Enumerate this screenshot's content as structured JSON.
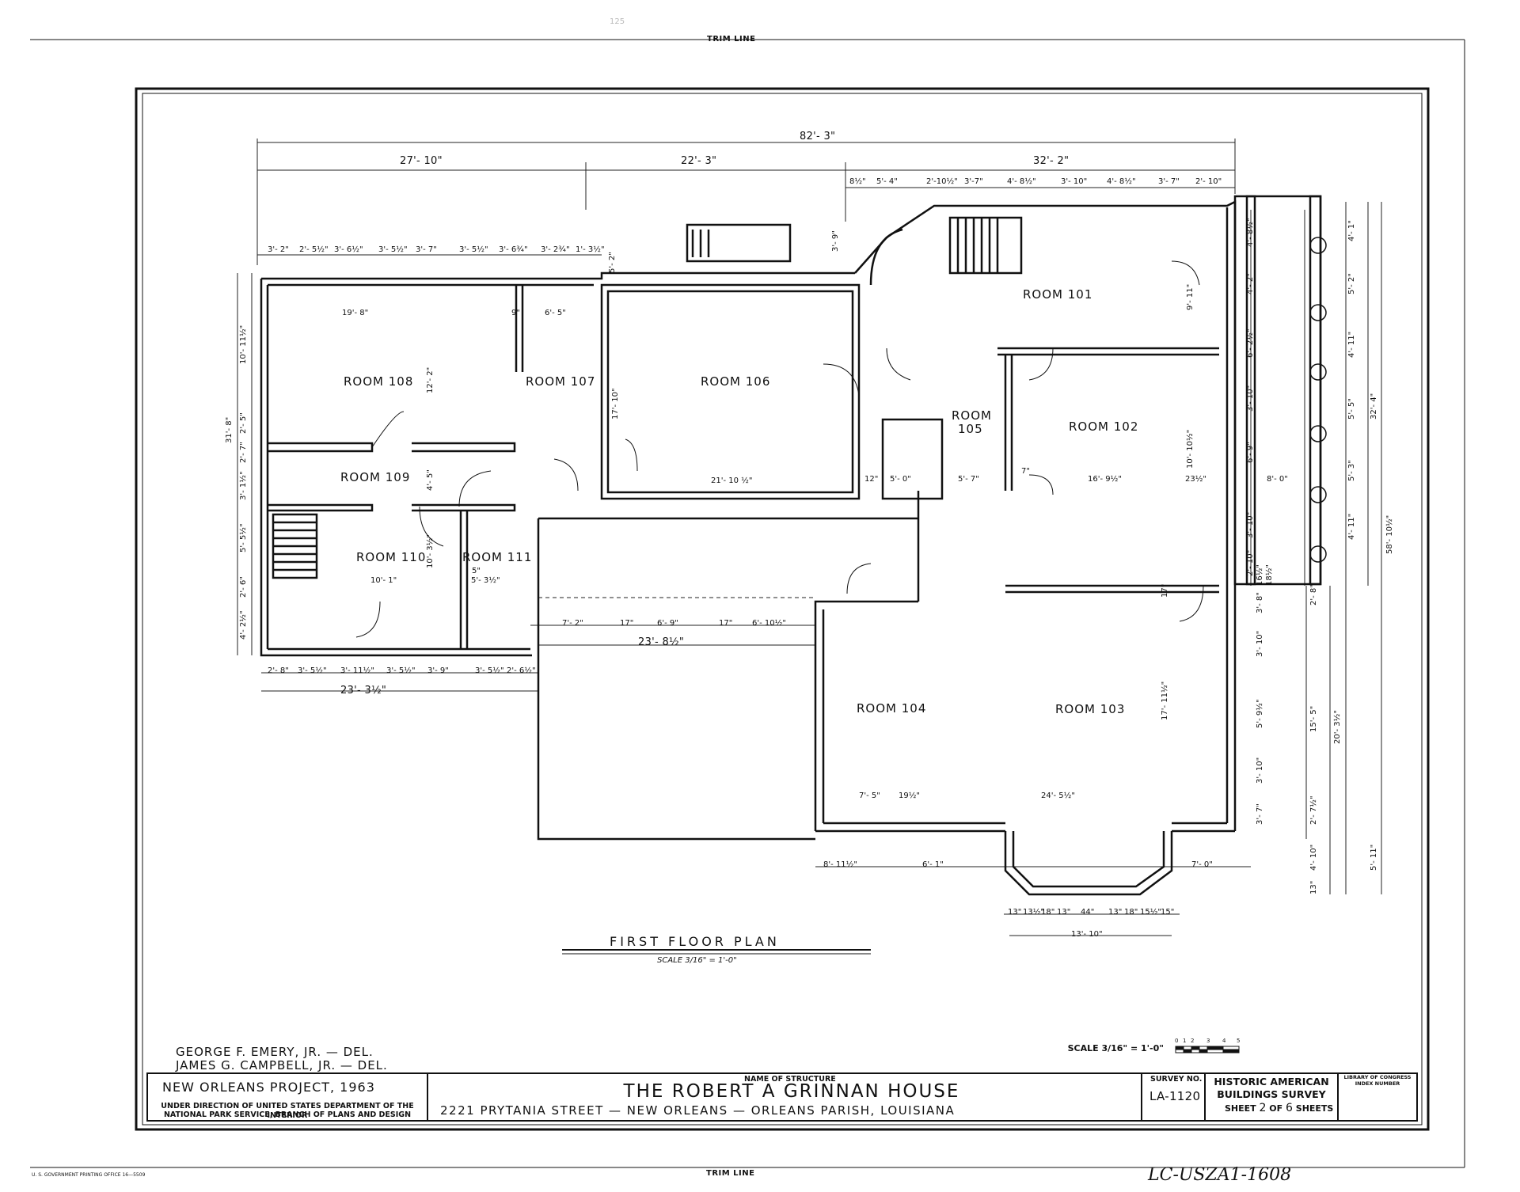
{
  "trim_line_top": "TRIM LINE",
  "trim_line_bottom": "TRIM LINE",
  "pencil_mark": "125",
  "printing_office": "U. S. GOVERNMENT PRINTING OFFICE   16—5509",
  "catalog_number": "LC-USZA1-1608",
  "rooms": [
    {
      "id": "101",
      "label": "ROOM 101"
    },
    {
      "id": "102",
      "label": "ROOM 102"
    },
    {
      "id": "103",
      "label": "ROOM 103"
    },
    {
      "id": "104",
      "label": "ROOM 104"
    },
    {
      "id": "105a",
      "label": "ROOM"
    },
    {
      "id": "105b",
      "label": "105"
    },
    {
      "id": "106",
      "label": "ROOM 106"
    },
    {
      "id": "107",
      "label": "ROOM 107"
    },
    {
      "id": "108",
      "label": "ROOM 108"
    },
    {
      "id": "109",
      "label": "ROOM 109"
    },
    {
      "id": "110",
      "label": "ROOM 110"
    },
    {
      "id": "111",
      "label": "ROOM 111"
    }
  ],
  "dims_overall": {
    "total": "82'- 3\"",
    "left": "27'- 10\"",
    "mid": "22'- 3\"",
    "right": "32'- 2\""
  },
  "dims_top_right": [
    "8½\"",
    "5'- 4\"",
    "2'-10½\"",
    "3'-7\"",
    "4'- 8½\"",
    "3'- 10\"",
    "4'- 8½\"",
    "3'- 7\"",
    "2'- 10\""
  ],
  "dims_top_left": [
    "3'- 2\"",
    "2'- 5½\"",
    "3'- 6½\"",
    "3'- 5½\"",
    "3'- 7\"",
    "3'- 5½\"",
    "3'- 6¾\"",
    "3'- 2¾\"",
    "1'- 3½\""
  ],
  "dims_interior": [
    {
      "k": "d1",
      "t": "19'- 8\""
    },
    {
      "k": "d2",
      "t": "6'- 5\""
    },
    {
      "k": "d3",
      "t": "9\""
    },
    {
      "k": "d4",
      "t": "21'- 10 ½\""
    },
    {
      "k": "d5",
      "t": "12\""
    },
    {
      "k": "d6",
      "t": "5'- 0\""
    },
    {
      "k": "d7",
      "t": "5'- 7\""
    },
    {
      "k": "d8",
      "t": "7\""
    },
    {
      "k": "d9",
      "t": "16'- 9½\""
    },
    {
      "k": "d10",
      "t": "23½\""
    },
    {
      "k": "d11",
      "t": "8'- 0\""
    },
    {
      "k": "d12",
      "t": "10'- 1\""
    },
    {
      "k": "d13",
      "t": "5'- 3½\""
    },
    {
      "k": "d14",
      "t": "5\""
    },
    {
      "k": "d15",
      "t": "7'- 2\""
    },
    {
      "k": "d16",
      "t": "17\""
    },
    {
      "k": "d17",
      "t": "6'- 9\""
    },
    {
      "k": "d18",
      "t": "17\""
    },
    {
      "k": "d19",
      "t": "6'- 10½\""
    },
    {
      "k": "d20",
      "t": "23'- 8½\""
    },
    {
      "k": "d21",
      "t": "7'- 5\""
    },
    {
      "k": "d22",
      "t": "19½\""
    },
    {
      "k": "d23",
      "t": "24'- 5½\""
    },
    {
      "k": "d24",
      "t": "8'- 11½\""
    },
    {
      "k": "d25",
      "t": "6'- 1\""
    },
    {
      "k": "d26",
      "t": "7'- 0\""
    },
    {
      "k": "d27",
      "t": "13'- 10\""
    },
    {
      "k": "d28",
      "t": "2'- 8\""
    },
    {
      "k": "d29",
      "t": "3'- 5½\""
    },
    {
      "k": "d30",
      "t": "3'- 11½\""
    },
    {
      "k": "d31",
      "t": "3'- 5½\""
    },
    {
      "k": "d32",
      "t": "3'- 9\""
    },
    {
      "k": "d33",
      "t": "3'- 5½\""
    },
    {
      "k": "d34",
      "t": "2'- 6½\""
    },
    {
      "k": "d35",
      "t": "23'- 3½\""
    },
    {
      "k": "d36",
      "t": "13\""
    },
    {
      "k": "d37",
      "t": "13½\""
    },
    {
      "k": "d38",
      "t": "18\""
    },
    {
      "k": "d39",
      "t": "13\""
    },
    {
      "k": "d40",
      "t": "44\""
    },
    {
      "k": "d41",
      "t": "13\""
    },
    {
      "k": "d42",
      "t": "18\""
    },
    {
      "k": "d43",
      "t": "15½\""
    },
    {
      "k": "d44",
      "t": "15\""
    }
  ],
  "dims_vertical": [
    {
      "k": "v1",
      "t": "31'- 8\""
    },
    {
      "k": "v2",
      "t": "10'- 11½\""
    },
    {
      "k": "v3",
      "t": "2'- 5\""
    },
    {
      "k": "v4",
      "t": "2'- 7\""
    },
    {
      "k": "v5",
      "t": "3'- 1½\""
    },
    {
      "k": "v6",
      "t": "5'- 5½\""
    },
    {
      "k": "v7",
      "t": "2'- 6\""
    },
    {
      "k": "v8",
      "t": "4'- 2½\""
    },
    {
      "k": "v9",
      "t": "12'- 2\""
    },
    {
      "k": "v10",
      "t": "4'- 5\""
    },
    {
      "k": "v11",
      "t": "10'- 3½\""
    },
    {
      "k": "v12",
      "t": "17'- 10\""
    },
    {
      "k": "v13",
      "t": "5'- 2\""
    },
    {
      "k": "v14",
      "t": "3'- 9\""
    },
    {
      "k": "v15",
      "t": "9'- 11\""
    },
    {
      "k": "v16",
      "t": "10'- 10½\""
    },
    {
      "k": "v17",
      "t": "17'- 11½\""
    },
    {
      "k": "v18",
      "t": "4'- 8½\""
    },
    {
      "k": "v19",
      "t": "4'- 2\""
    },
    {
      "k": "v20",
      "t": "6'- 2½\""
    },
    {
      "k": "v21",
      "t": "3'- 10\""
    },
    {
      "k": "v22",
      "t": "6'- 9\""
    },
    {
      "k": "v23",
      "t": "3'- 10\""
    },
    {
      "k": "v24",
      "t": "2'- 10\""
    },
    {
      "k": "v25",
      "t": "4'- 1\""
    },
    {
      "k": "v26",
      "t": "5'- 2\""
    },
    {
      "k": "v27",
      "t": "4'- 11\""
    },
    {
      "k": "v28",
      "t": "5'- 5\""
    },
    {
      "k": "v29",
      "t": "5'- 3\""
    },
    {
      "k": "v30",
      "t": "4'- 11\""
    },
    {
      "k": "v31",
      "t": "32'- 4\""
    },
    {
      "k": "v32",
      "t": "58'- 10½\""
    },
    {
      "k": "v33",
      "t": "3'- 8\""
    },
    {
      "k": "v34",
      "t": "2'- 8\""
    },
    {
      "k": "v35",
      "t": "3'- 10\""
    },
    {
      "k": "v36",
      "t": "5'- 9½\""
    },
    {
      "k": "v37",
      "t": "3'- 10\""
    },
    {
      "k": "v38",
      "t": "3'- 7\""
    },
    {
      "k": "v39",
      "t": "2'- 7½\""
    },
    {
      "k": "v40",
      "t": "15'- 5\""
    },
    {
      "k": "v41",
      "t": "20'- 3½\""
    },
    {
      "k": "v42",
      "t": "4'- 10\""
    },
    {
      "k": "v43",
      "t": "5'- 11\""
    },
    {
      "k": "v44",
      "t": "13\""
    },
    {
      "k": "v45",
      "t": "16½\""
    },
    {
      "k": "v46",
      "t": "18½\""
    },
    {
      "k": "v47",
      "t": "17\""
    }
  ],
  "plan_title": "FIRST  FLOOR  PLAN",
  "plan_scale": "SCALE  3/16\" = 1'-0\"",
  "delineators": [
    "GEORGE  F. EMERY, JR. — DEL.",
    "JAMES  G. CAMPBELL, JR. — DEL."
  ],
  "scale_bar": {
    "label": "SCALE  3/16\" = 1'-0\"",
    "ticks": [
      "0",
      "1",
      "2",
      "3",
      "4",
      "5"
    ]
  },
  "title_block": {
    "project": "NEW ORLEANS  PROJECT, 1963",
    "direction_1": "UNDER DIRECTION OF UNITED STATES DEPARTMENT OF THE INTERIOR",
    "direction_2": "NATIONAL PARK SERVICE, BRANCH OF PLANS AND DESIGN",
    "name_label": "NAME OF STRUCTURE",
    "name": "THE  ROBERT  A  GRINNAN  HOUSE",
    "address": "2221  PRYTANIA  STREET — NEW  ORLEANS — ORLEANS  PARISH,  LOUISIANA",
    "survey_label": "SURVEY NO.",
    "survey_no": "LA-1120",
    "habs_1": "HISTORIC AMERICAN",
    "habs_2": "BUILDINGS SURVEY",
    "sheet_word": "SHEET",
    "sheet_no": "2",
    "sheet_of": "OF",
    "sheet_total": "6",
    "sheet_suffix": "SHEETS",
    "loc_1": "LIBRARY OF CONGRESS",
    "loc_2": "INDEX NUMBER"
  }
}
